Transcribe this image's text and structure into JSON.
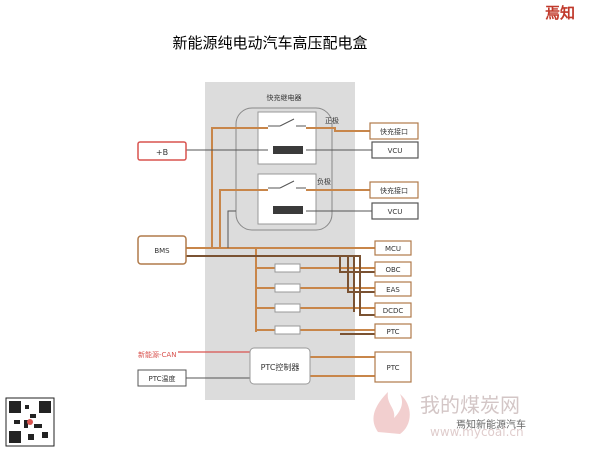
{
  "title": "新能源纯电动汽车高压配电盒",
  "brand": "焉知",
  "relay_group_label": "快充继电器",
  "positive_label": "正极",
  "negative_label": "负极",
  "plus_b": "+B",
  "bms": "BMS",
  "fast_charge_1": "快充接口",
  "fast_charge_2": "快充接口",
  "vcu_1": "VCU",
  "vcu_2": "VCU",
  "loads": [
    "MCU",
    "OBC",
    "EAS",
    "DCDC",
    "PTC"
  ],
  "can_label": "新能源-CAN",
  "ptc_temp": "PTC温度",
  "ptc_controller": "PTC控制器",
  "ptc_out": "PTC",
  "watermark": "我的煤炭网",
  "watermark_url": "www.mycoal.cn",
  "wechat_note": "焉知新能源汽车",
  "colors": {
    "wire": "#c8864a",
    "dark_wire": "#7a5232",
    "signal": "#555555",
    "box_border": "#b07a4a",
    "red_box": "#d9534f",
    "panel": "#dcdcdc",
    "title": "#000000",
    "brand": "#c0392b"
  }
}
